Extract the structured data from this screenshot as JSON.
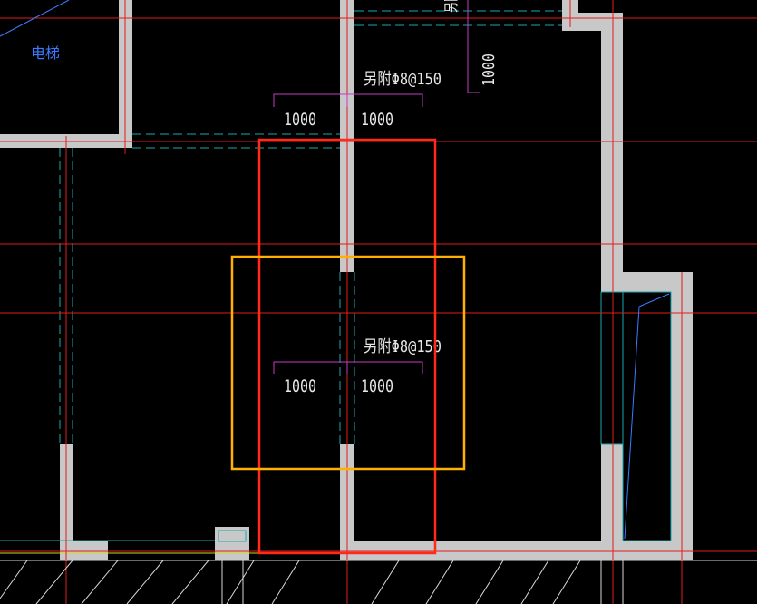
{
  "labels": {
    "elevator": "电梯",
    "rebar_upper": "另附Φ8@150",
    "rebar_lower": "另附Φ8@150",
    "dim_upper_left": "1000",
    "dim_upper_right": "1000",
    "dim_lower_left": "1000",
    "dim_lower_right": "1000",
    "dim_vertical": "1000",
    "rebar_top_partial": "另附"
  },
  "colors": {
    "background": "#000000",
    "wall": "#c8c8c8",
    "axis_line": "#e11d1d",
    "hidden_line": "#1aa7b0",
    "dimension": "#c23bc2",
    "selection_red": "#ff2a1a",
    "selection_yellow": "#ffb000",
    "text": "#e6e6e6",
    "label_blue": "#3b7bff"
  }
}
